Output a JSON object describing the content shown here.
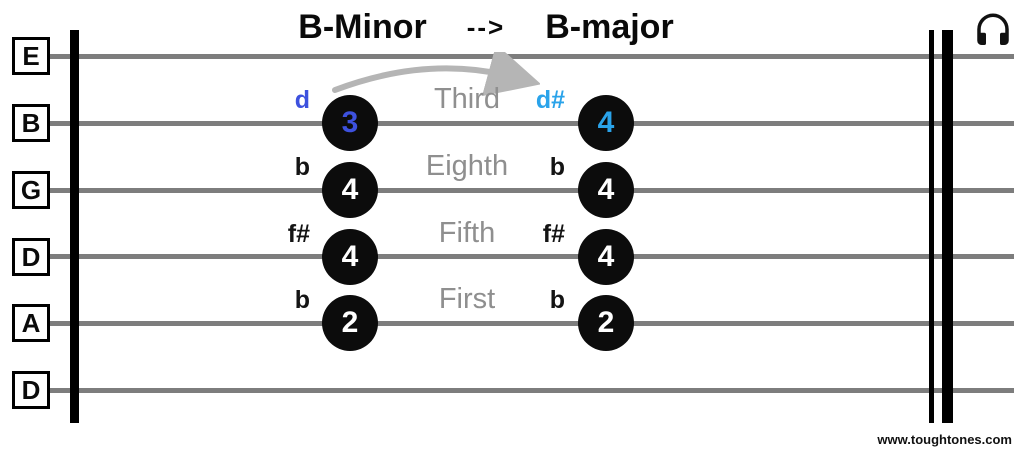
{
  "title": {
    "from": "B-Minor",
    "arrow": "--&gt;",
    "to": "B-major"
  },
  "strings": [
    {
      "label": "E"
    },
    {
      "label": "B"
    },
    {
      "label": "G"
    },
    {
      "label": "D"
    },
    {
      "label": "A"
    },
    {
      "label": "D"
    }
  ],
  "transitions": [
    {
      "string": "B",
      "note_left": "d",
      "fret_left": "3",
      "interval": "Third",
      "note_right": "d#",
      "fret_right": "4",
      "note_left_color": "#3d51de",
      "fret_left_color": "#3d51de",
      "note_right_color": "#2aa3ea",
      "fret_right_color": "#2aa3ea"
    },
    {
      "string": "G",
      "note_left": "b",
      "fret_left": "4",
      "interval": "Eighth",
      "note_right": "b",
      "fret_right": "4",
      "note_left_color": "#141414",
      "fret_left_color": "#ffffff",
      "note_right_color": "#141414",
      "fret_right_color": "#ffffff"
    },
    {
      "string": "D",
      "note_left": "f#",
      "fret_left": "4",
      "interval": "Fifth",
      "note_right": "f#",
      "fret_right": "4",
      "note_left_color": "#141414",
      "fret_left_color": "#ffffff",
      "note_right_color": "#141414",
      "fret_right_color": "#ffffff"
    },
    {
      "string": "A",
      "note_left": "b",
      "fret_left": "2",
      "interval": "First",
      "note_right": "b",
      "fret_right": "2",
      "note_left_color": "#141414",
      "fret_left_color": "#ffffff",
      "note_right_color": "#141414",
      "fret_right_color": "#ffffff"
    }
  ],
  "colors": {
    "string_line": "#7d7d7d",
    "dot_fill": "#0c0c0c",
    "interval_text": "#8f8f8f",
    "arrow": "#b5b5b5",
    "accent_blue": "#3d51de",
    "accent_light_blue": "#2aa3ea"
  },
  "footer": {
    "website": "www.toughtones.com"
  },
  "header_icon": "headphones"
}
